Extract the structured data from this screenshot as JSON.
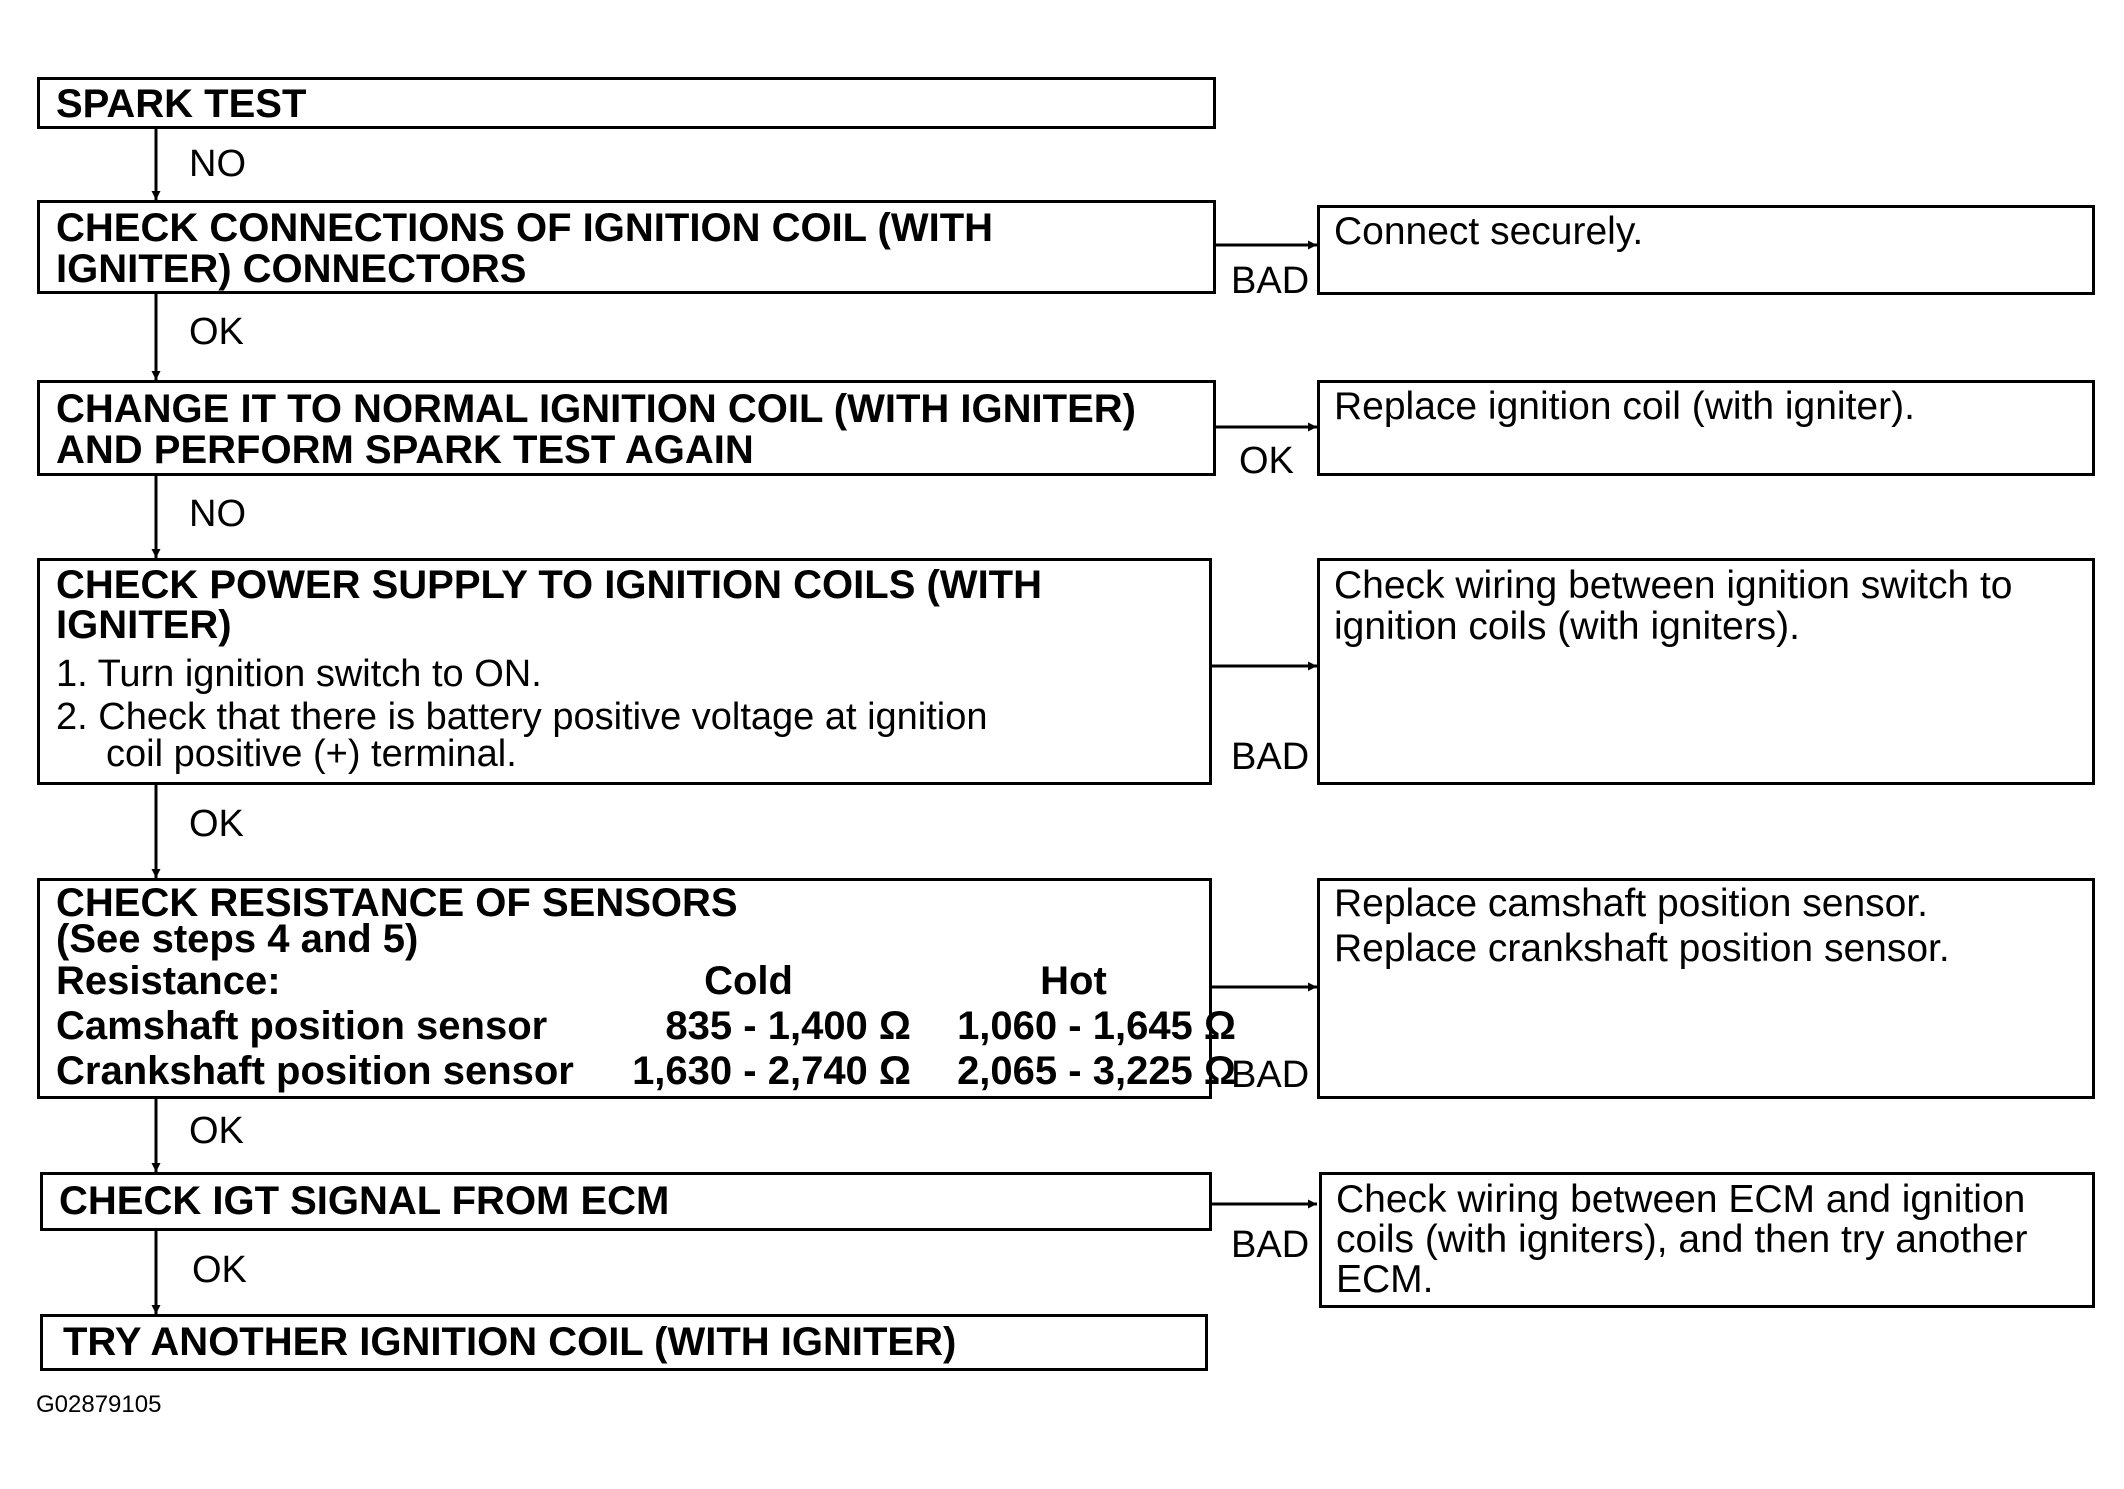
{
  "steps": {
    "spark_test": "SPARK TEST",
    "check_connections": [
      "CHECK CONNECTIONS OF IGNITION COIL (WITH",
      "IGNITER) CONNECTORS"
    ],
    "change_coil": [
      "CHANGE IT TO NORMAL IGNITION COIL (WITH IGNITER)",
      "AND PERFORM SPARK TEST AGAIN"
    ],
    "check_power": {
      "title": [
        "CHECK POWER SUPPLY TO IGNITION COILS (WITH",
        "IGNITER)"
      ],
      "items": [
        "1. Turn ignition switch to ON.",
        "2. Check that there is battery positive voltage at ignition",
        "coil positive (+) terminal."
      ]
    },
    "check_resistance": {
      "title": [
        "CHECK RESISTANCE OF SENSORS",
        "(See steps 4 and 5)"
      ],
      "header": {
        "label": "Resistance:",
        "cold": "Cold",
        "hot": "Hot"
      },
      "rows": [
        {
          "sensor": "Camshaft position sensor",
          "cold": "835 - 1,400 Ω",
          "hot": "1,060 - 1,645 Ω"
        },
        {
          "sensor": "Crankshaft position sensor",
          "cold": "1,630 - 2,740 Ω",
          "hot": "2,065 - 3,225 Ω"
        }
      ]
    },
    "check_igt": "CHECK IGT SIGNAL FROM ECM",
    "try_another": "TRY ANOTHER IGNITION COIL (WITH IGNITER)"
  },
  "responses": {
    "connect": "Connect securely.",
    "replace_coil": "Replace ignition coil (with igniter).",
    "check_wiring_switch": [
      "Check wiring between ignition switch to",
      "ignition coils (with igniters)."
    ],
    "replace_sensors": [
      "Replace camshaft position sensor.",
      "Replace crankshaft position sensor."
    ],
    "check_wiring_ecm": [
      "Check wiring between ECM and ignition",
      "coils (with igniters), and then try another",
      "ECM."
    ]
  },
  "down_labels": [
    "NO",
    "OK",
    "NO",
    "OK",
    "OK",
    "OK"
  ],
  "side_labels": [
    "BAD",
    "OK",
    "BAD",
    "BAD",
    "BAD"
  ],
  "figure_id": "G02879105"
}
